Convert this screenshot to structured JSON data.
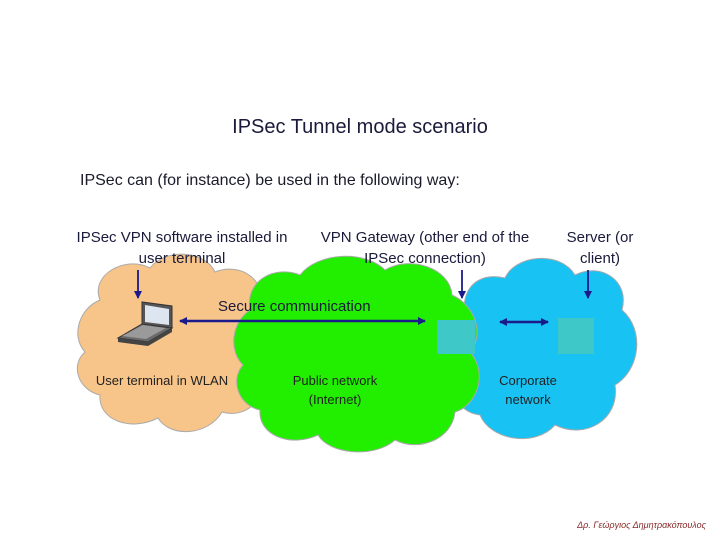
{
  "title": "IPSec Tunnel mode scenario",
  "intro": "IPSec can (for instance) be used in the following way:",
  "labels": {
    "vpn_software": "IPSec VPN software installed in user terminal",
    "vpn_gateway": "VPN Gateway (other end of the IPSec connection)",
    "server": "Server  (or client)",
    "secure_comm": "Secure communication"
  },
  "clouds": {
    "wlan": "User terminal in WLAN",
    "public": "Public network (Internet)",
    "corporate": "Corporate network"
  },
  "footer": "Δρ. Γεώργιος Δημητρακόπουλος",
  "colors": {
    "wlan_cloud": "#f7c48a",
    "public_cloud": "#22ee00",
    "corporate_cloud": "#18c2f2",
    "gateway_box": "#3ec8c8",
    "arrow": "#1a1a8a"
  },
  "icons": [
    "laptop-icon",
    "gateway-box-icon",
    "server-box-icon"
  ]
}
